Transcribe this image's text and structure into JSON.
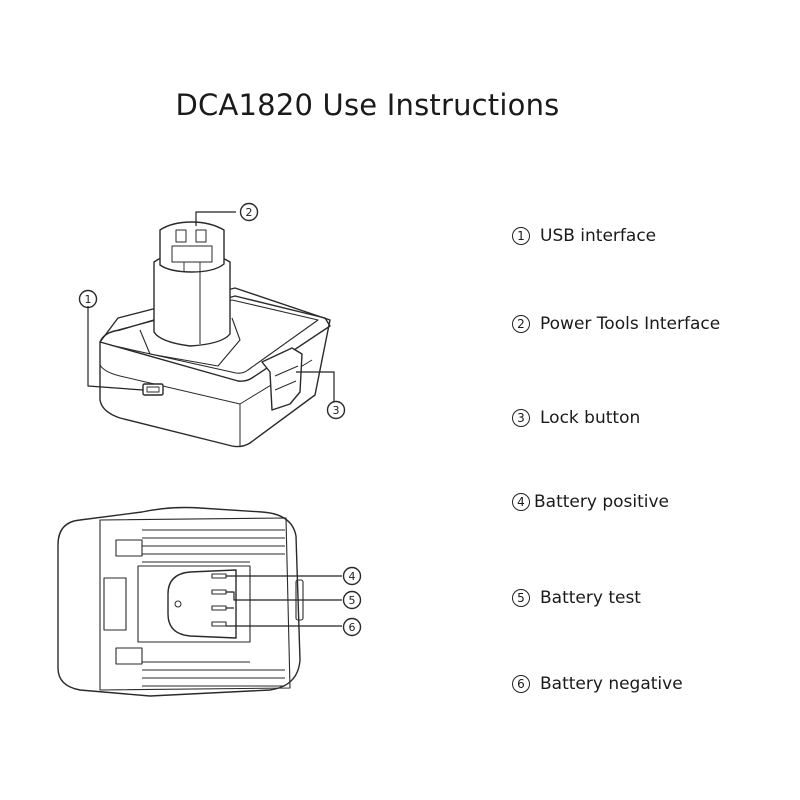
{
  "title": "DCA1820 Use Instructions",
  "callouts": {
    "c1": "1",
    "c2": "2",
    "c3": "3",
    "c4": "4",
    "c5": "5",
    "c6": "6"
  },
  "legend": [
    {
      "num": "1",
      "label": "USB interface"
    },
    {
      "num": "2",
      "label": "Power Tools Interface"
    },
    {
      "num": "3",
      "label": "Lock button"
    },
    {
      "num": "4",
      "label": "Battery positive"
    },
    {
      "num": "5",
      "label": "Battery test"
    },
    {
      "num": "6",
      "label": "Battery negative"
    }
  ]
}
